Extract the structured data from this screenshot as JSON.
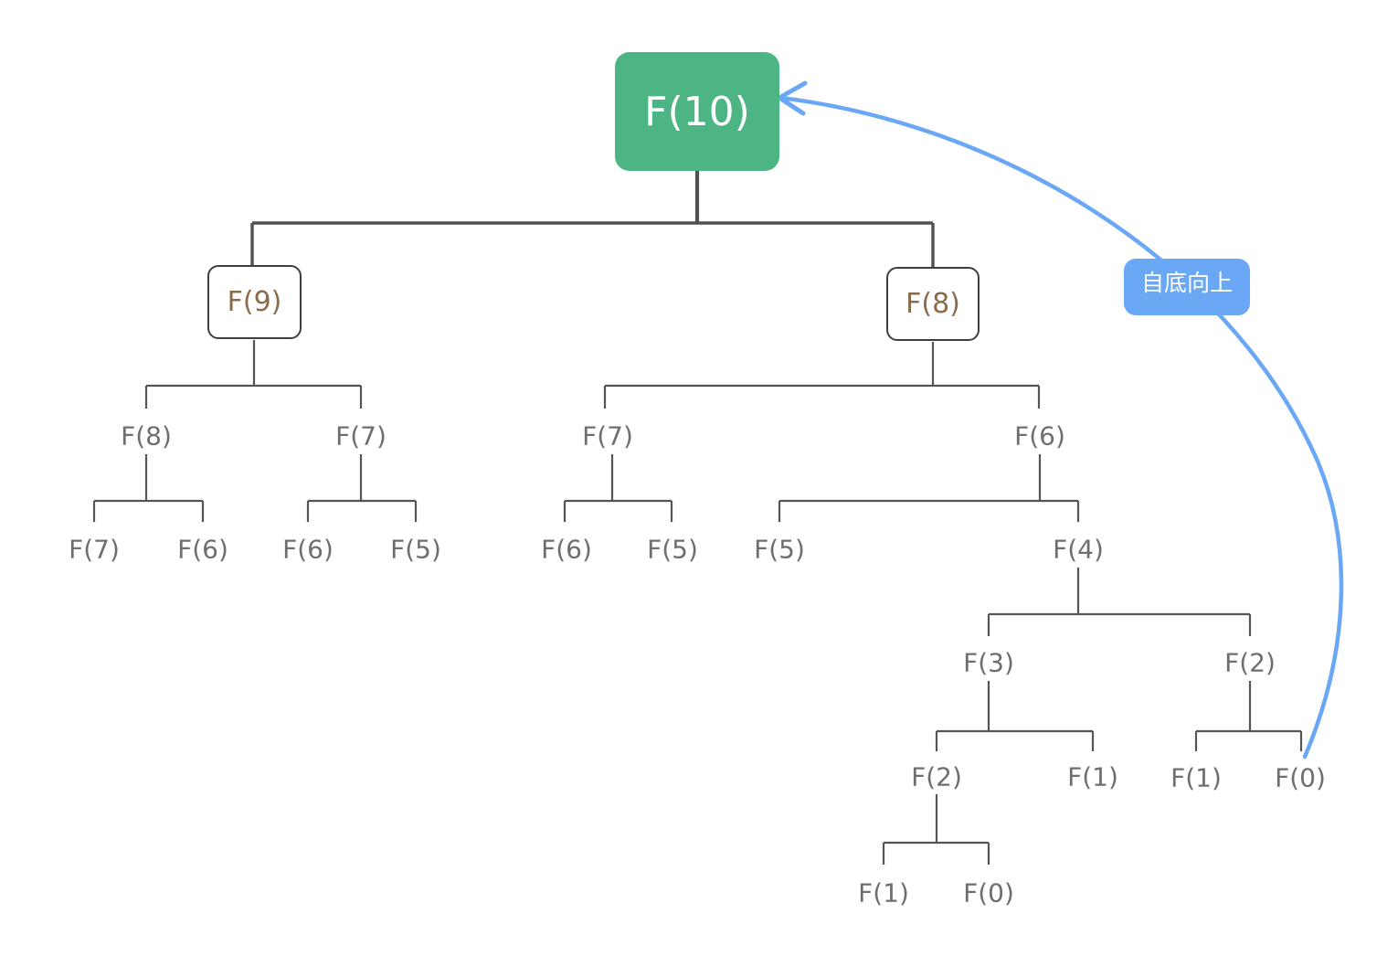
{
  "diagram": {
    "root": {
      "label": "F(10)"
    },
    "boxed_nodes": {
      "left": "F(9)",
      "right": "F(8)"
    },
    "tree_labels": [
      "F(8)",
      "F(7)",
      "F(7)",
      "F(6)",
      "F(7)",
      "F(6)",
      "F(6)",
      "F(5)",
      "F(6)",
      "F(5)",
      "F(5)",
      "F(4)",
      "F(3)",
      "F(2)",
      "F(2)",
      "F(1)",
      "F(1)",
      "F(0)",
      "F(1)",
      "F(0)"
    ],
    "annotation": {
      "label": "自底向上"
    }
  },
  "colors": {
    "root_fill": "#4DB584",
    "root_text": "#FFFFFF",
    "node_border": "#3E3E3E",
    "node_text": "#8A6C4C",
    "connector": "#515151",
    "leaf_text": "#6E6E6E",
    "accent_blue": "#6AA7F5"
  }
}
